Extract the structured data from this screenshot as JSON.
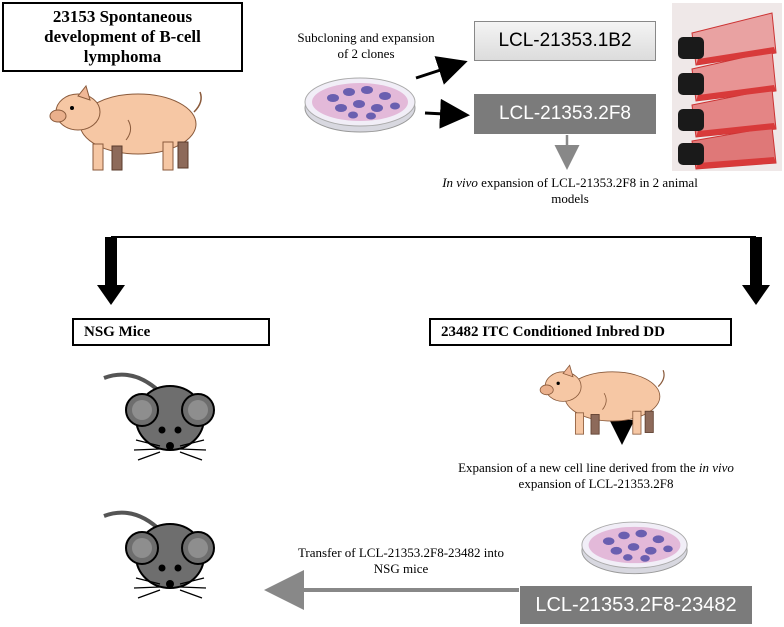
{
  "nodes": {
    "origin_title": "23153 Spontaneous development of B-cell lymphoma",
    "subcloning_caption": "Subcloning and expansion of 2 clones",
    "clone_1": "LCL-21353.1B2",
    "clone_2": "LCL-21353.2F8",
    "invivo_caption_italic": "In vivo",
    "invivo_caption_rest": " expansion of LCL-21353.2F8 in 2 animal models",
    "model_left_title": "NSG Mice",
    "model_right_title": "23482 ITC Conditioned Inbred DD",
    "new_line_caption_part1": "Expansion of a new cell line derived from the ",
    "new_line_caption_italic": "in vivo",
    "new_line_caption_part2": " expansion of LCL-21353.2F8",
    "transfer_caption": "Transfer of LCL-21353.2F8-23482 into NSG mice",
    "derived_line": "LCL-21353.2F8-23482"
  },
  "colors": {
    "pig_body": "#f6c7a4",
    "mouse_body": "#6e6e6e",
    "gray_box": "#7b7b7b",
    "dish_cells": "#6a5fb0",
    "flask_media": "#d83a3a"
  },
  "icons": [
    "pig-icon",
    "petri-dish-icon",
    "culture-flask-stack",
    "mouse-icon"
  ]
}
